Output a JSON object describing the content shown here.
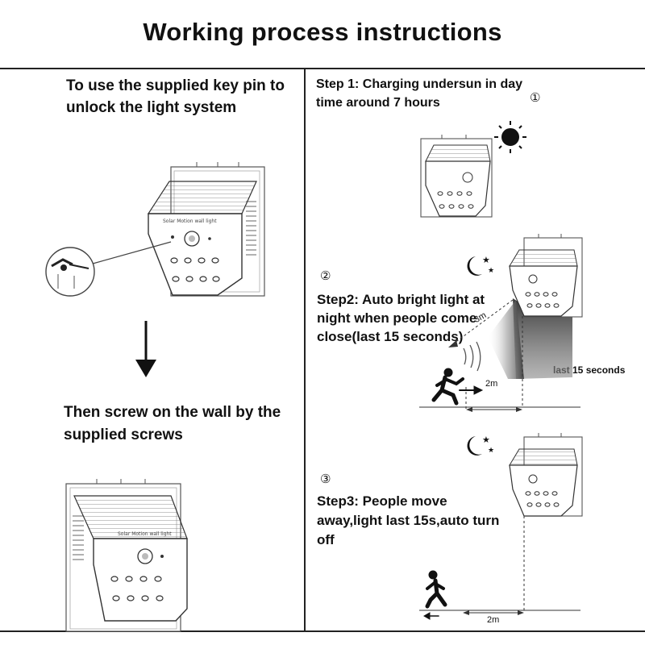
{
  "title": "Working process instructions",
  "left": {
    "instruction_1": "To use the supplied key pin to unlock the light system",
    "instruction_2": "Then screw on the wall by the supplied screws"
  },
  "right": {
    "step1": {
      "marker": "①",
      "text": "Step 1: Charging undersun in day time around 7 hours"
    },
    "step2": {
      "marker": "②",
      "text": "Step2: Auto bright light at night when people come close(last 15 seconds)",
      "range_label": "3m",
      "distance_label": "2m",
      "duration_label": "last 15 seconds"
    },
    "step3": {
      "marker": "③",
      "text": "Step3: People move away,light last 15s,auto turn off",
      "distance_label": "2m"
    }
  },
  "icons": [
    "sun-icon",
    "moon-stars-icon",
    "arrow-down-icon",
    "running-person-icon",
    "walking-person-icon",
    "key-pin-icon",
    "solar-wall-light"
  ]
}
